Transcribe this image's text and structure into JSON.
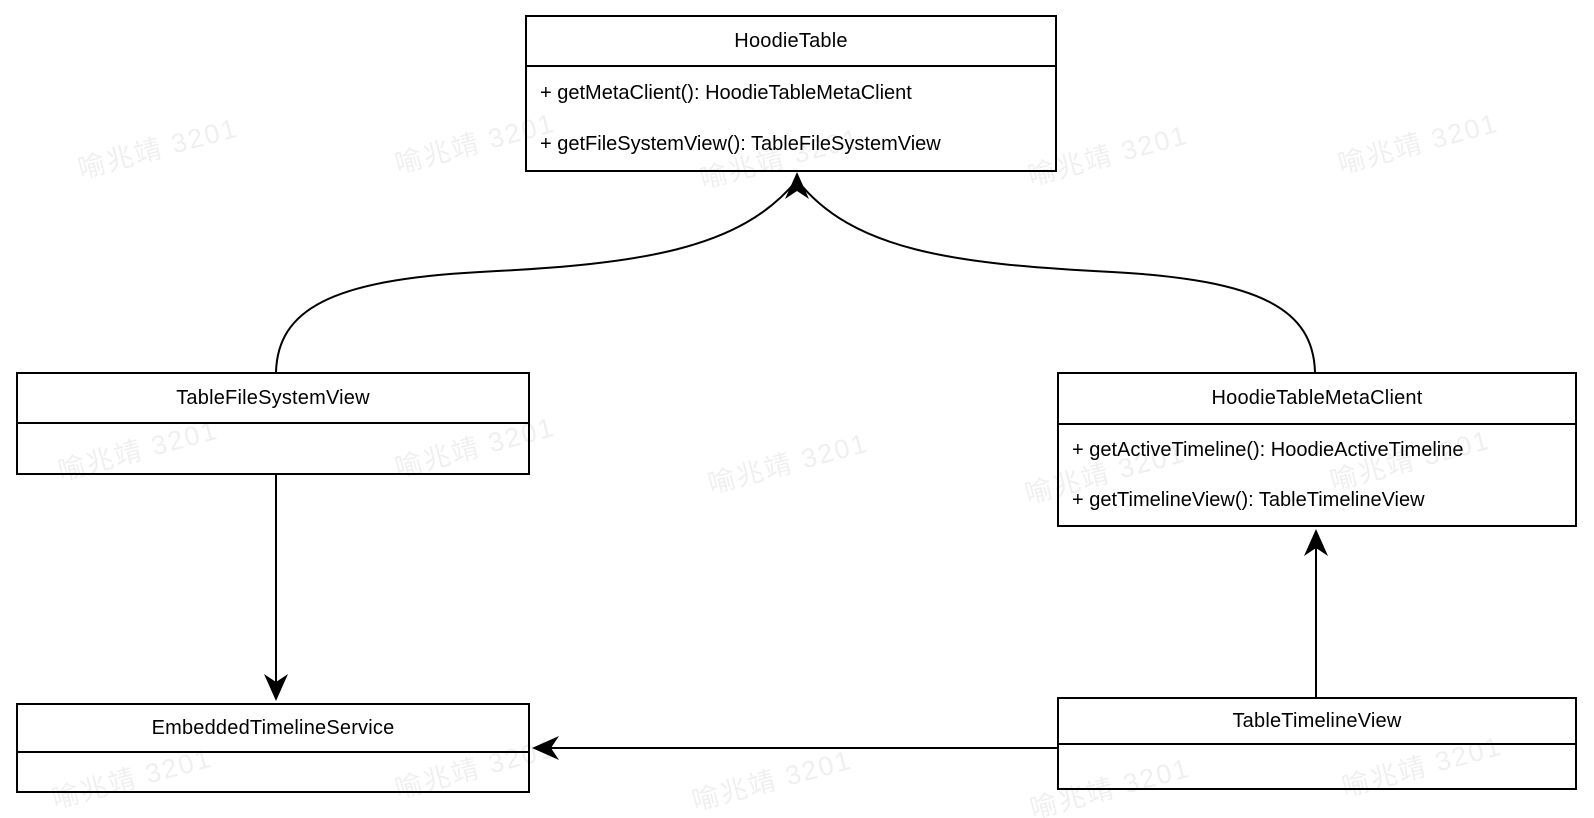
{
  "diagram": {
    "type": "uml-class-diagram",
    "classes": [
      {
        "name": "HoodieTable",
        "methods": [
          "+ getMetaClient(): HoodieTableMetaClient",
          "+ getFileSystemView(): TableFileSystemView"
        ]
      },
      {
        "name": "TableFileSystemView",
        "methods": []
      },
      {
        "name": "HoodieTableMetaClient",
        "methods": [
          "+ getActiveTimeline(): HoodieActiveTimeline",
          "+ getTimelineView(): TableTimelineView"
        ]
      },
      {
        "name": "EmbeddedTimelineService",
        "methods": []
      },
      {
        "name": "TableTimelineView",
        "methods": []
      }
    ],
    "relations": [
      {
        "from": "TableFileSystemView",
        "to": "HoodieTable",
        "style": "curved-arrow"
      },
      {
        "from": "HoodieTableMetaClient",
        "to": "HoodieTable",
        "style": "curved-arrow"
      },
      {
        "from": "TableFileSystemView",
        "to": "EmbeddedTimelineService",
        "style": "straight-arrow"
      },
      {
        "from": "TableTimelineView",
        "to": "HoodieTableMetaClient",
        "style": "straight-arrow"
      },
      {
        "from": "TableTimelineView",
        "to": "EmbeddedTimelineService",
        "style": "straight-arrow"
      }
    ],
    "colors": {
      "line": "#000000",
      "box_fill": "#ffffff",
      "background": "#ffffff",
      "watermark": "#e9e9e9"
    }
  },
  "watermark": {
    "text": "喻兆靖 3201"
  }
}
